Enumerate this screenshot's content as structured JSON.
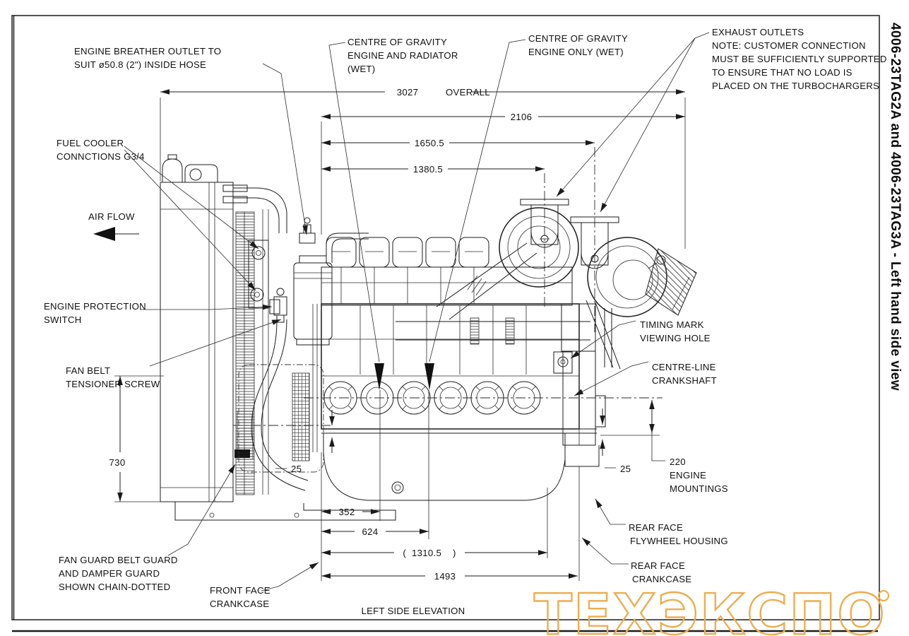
{
  "title_block": {
    "vertical_title": "4006-23TAG2A and 4006-23TAG3A - Left hand side view"
  },
  "drawing_title": "LEFT SIDE ELEVATION",
  "watermark": "ТЕХЭКСПО",
  "labels": {
    "breather": [
      "ENGINE BREATHER OUTLET TO",
      "SUIT ø50.8 (2\") INSIDE HOSE"
    ],
    "cog_engine_radiator": [
      "CENTRE OF GRAVITY",
      "ENGINE AND RADIATOR",
      "(WET)"
    ],
    "cog_engine_only": [
      "CENTRE OF GRAVITY",
      "ENGINE ONLY (WET)"
    ],
    "exhaust_outlets": [
      "EXHAUST OUTLETS",
      "NOTE: CUSTOMER CONNECTION",
      "MUST BE SUFFICIENTLY SUPPORTED",
      "TO ENSURE THAT NO LOAD IS",
      "PLACED ON THE TURBOCHARGERS"
    ],
    "fuel_cooler": [
      "FUEL COOLER",
      "CONNCTIONS G3/4"
    ],
    "air_flow": "AIR FLOW",
    "engine_protection": [
      "ENGINE PROTECTION",
      "SWITCH"
    ],
    "fan_belt": [
      "FAN BELT",
      "TENSIONER SCREW"
    ],
    "timing_mark": [
      "TIMING MARK",
      "VIEWING HOLE"
    ],
    "centreline_crankshaft": [
      "CENTRE-LINE",
      "CRANKSHAFT"
    ],
    "engine_mountings": [
      "220",
      "ENGINE",
      "MOUNTINGS"
    ],
    "rear_face_flywheel": [
      "REAR FACE",
      "FLYWHEEL HOUSING"
    ],
    "rear_face_crankcase": [
      "REAR FACE",
      "CRANKCASE"
    ],
    "fan_guard": [
      "FAN GUARD BELT GUARD",
      "AND DAMPER GUARD",
      "SHOWN CHAIN-DOTTED"
    ],
    "front_face_crankcase": [
      "FRONT FACE",
      "CRANKCASE"
    ]
  },
  "dimensions": {
    "overall_value": "3027",
    "overall_suffix": "OVERALL",
    "d2106": "2106",
    "d1650": "1650.5",
    "d1380": "1380.5",
    "d730": "730",
    "d25_left": "25",
    "d25_right": "25",
    "d352": "352",
    "d624": "624",
    "d1310": "(  1310.5    )",
    "d1493": "1493"
  },
  "colors": {
    "line": "#1b1b1b",
    "watermark": "#ecae50"
  }
}
